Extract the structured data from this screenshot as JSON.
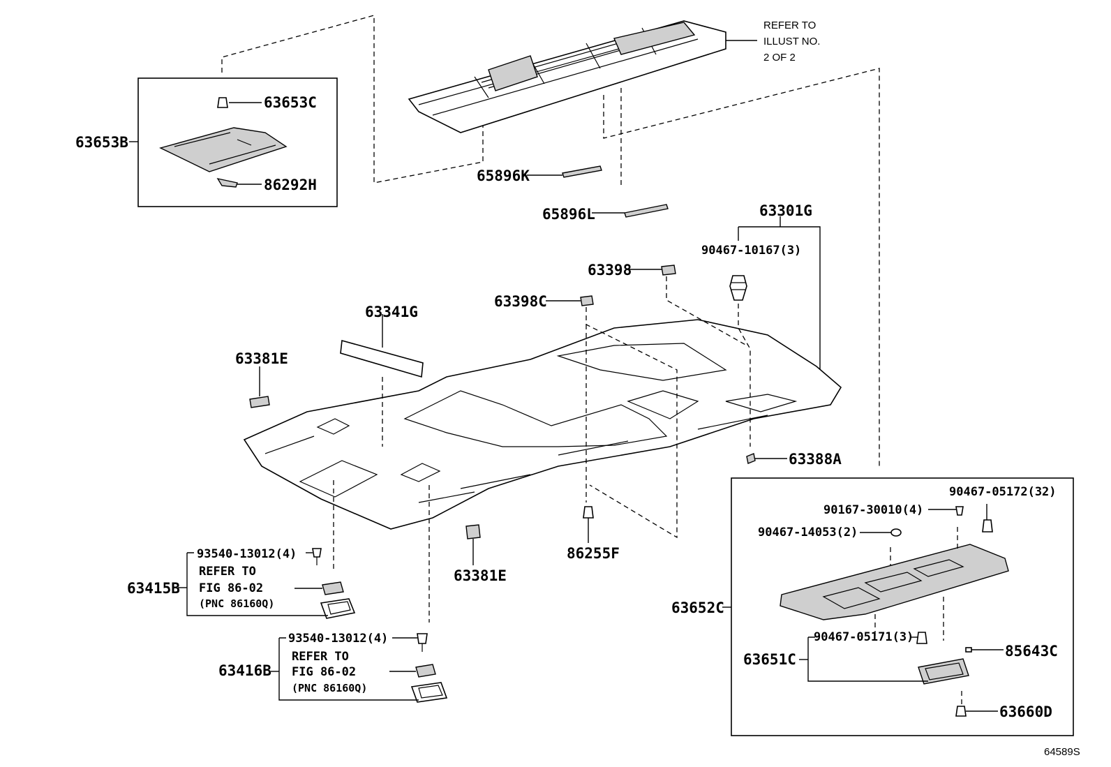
{
  "labels": {
    "p63653C": "63653C",
    "p63653B": "63653B",
    "p86292H": "86292H",
    "refer_illust": [
      "REFER TO",
      "ILLUST NO.",
      "2 OF 2"
    ],
    "p65896K": "65896K",
    "p65896L": "65896L",
    "p63301G": "63301G",
    "p90467_10167": "90467-10167(3)",
    "p63398": "63398",
    "p63398C": "63398C",
    "p63341G": "63341G",
    "p63381E_top": "63381E",
    "p63381E_bottom": "63381E",
    "p63388A": "63388A",
    "p86255F": "86255F",
    "p90467_05172": "90467-05172(32)",
    "p90167_30010": "90167-30010(4)",
    "p90467_14053": "90467-14053(2)",
    "p63652C": "63652C",
    "p90467_05171": "90467-05171(3)",
    "p63651C": "63651C",
    "p85643C": "85643C",
    "p63660D": "63660D",
    "p93540_a": "93540-13012(4)",
    "p63415B": "63415B",
    "refer_fig_a": [
      "REFER TO",
      "FIG 86-02",
      "(PNC 86160Q)"
    ],
    "p93540_b": "93540-13012(4)",
    "p63416B": "63416B",
    "refer_fig_b": [
      "REFER TO",
      "FIG 86-02",
      "(PNC 86160Q)"
    ],
    "fig_code": "64589S"
  }
}
